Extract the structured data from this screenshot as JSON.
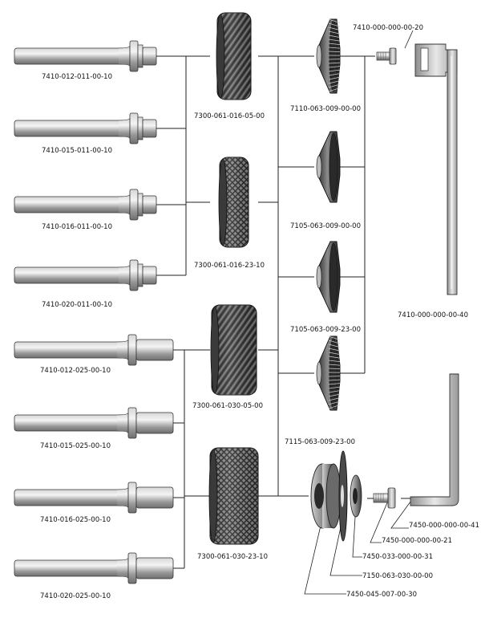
{
  "mandrels": [
    {
      "code": "7410-012-011-00-10",
      "kind": "short"
    },
    {
      "code": "7410-015-011-00-10",
      "kind": "short"
    },
    {
      "code": "7410-016-011-00-10",
      "kind": "short"
    },
    {
      "code": "7410-020-011-00-10",
      "kind": "short"
    },
    {
      "code": "7410-012-025-00-10",
      "kind": "long"
    },
    {
      "code": "7410-015-025-00-10",
      "kind": "long"
    },
    {
      "code": "7410-016-025-00-10",
      "kind": "long"
    },
    {
      "code": "7410-020-025-00-10",
      "kind": "long"
    }
  ],
  "knurls": [
    {
      "code": "7300-061-016-05-00",
      "pattern": "diagonal"
    },
    {
      "code": "7300-061-016-23-10",
      "pattern": "diamond"
    },
    {
      "code": "7300-061-030-05-00",
      "pattern": "diagonal"
    },
    {
      "code": "7300-061-030-23-10",
      "pattern": "diamond"
    }
  ],
  "cones": [
    {
      "code": "7110-063-009-00-00",
      "kind": "toothed"
    },
    {
      "code": "7105-063-009-00-00",
      "kind": "smooth"
    },
    {
      "code": "7105-063-009-23-00",
      "kind": "smooth"
    },
    {
      "code": "7115-063-009-23-00",
      "kind": "toothed"
    }
  ],
  "hardware": {
    "screw_top": "7410-000-000-00-20",
    "wrench": "7410-000-000-00-40",
    "hex_key": "7450-000-000-00-41",
    "screw_bottom": "7450-000-000-00-21",
    "washer_small": "7450-033-000-00-31",
    "disc": "7150-063-030-00-00",
    "ring": "7450-045-007-00-30"
  }
}
